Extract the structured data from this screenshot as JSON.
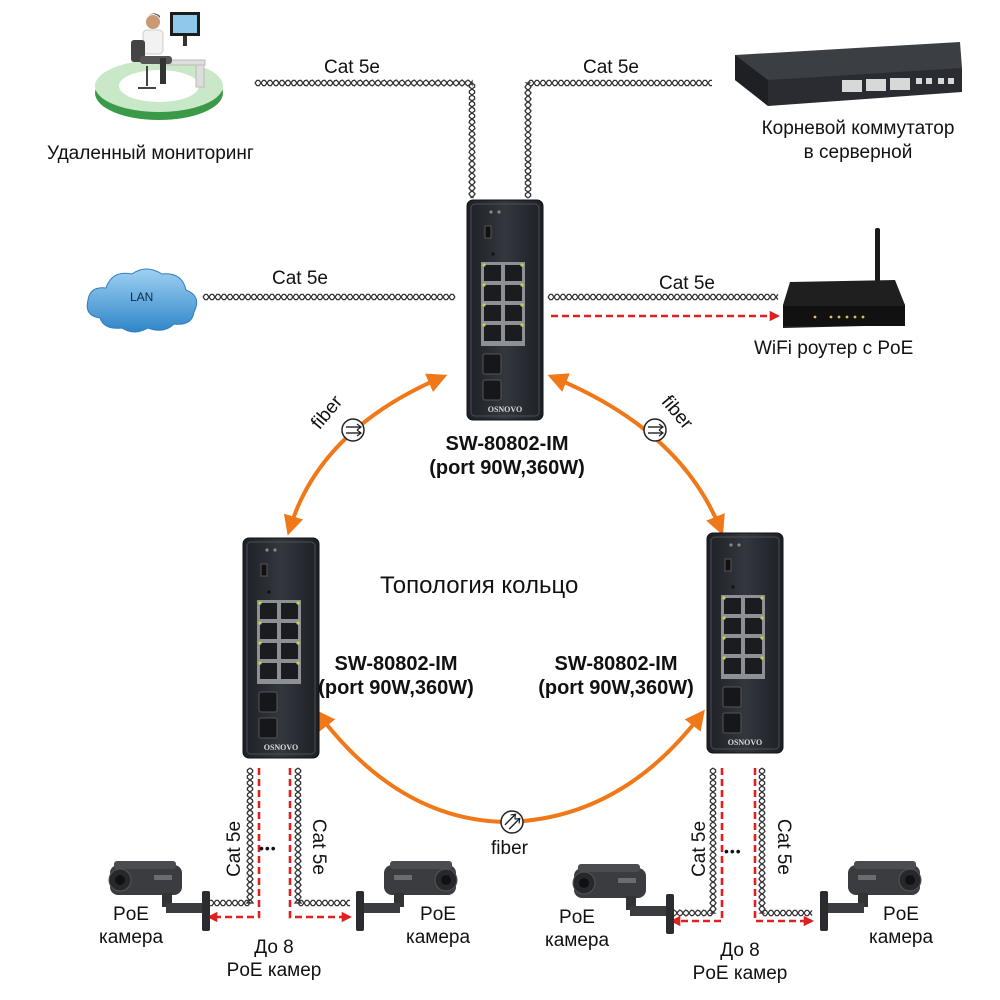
{
  "title": "Топология кольцо",
  "nodes": {
    "remote_monitoring": {
      "label": "Удаленный мониторинг",
      "icon": "workstation-icon"
    },
    "root_switch": {
      "label_line1": "Корневой коммутатор",
      "label_line2": "в серверной",
      "icon": "rack-switch-icon"
    },
    "lan": {
      "label": "LAN",
      "icon": "cloud-icon"
    },
    "wifi_router": {
      "label": "WiFi роутер с PoE",
      "icon": "router-icon"
    },
    "switch_top": {
      "model": "SW-80802-IM",
      "ports": "(port 90W,360W)",
      "brand": "OSNOVO"
    },
    "switch_left": {
      "model": "SW-80802-IM",
      "ports": "(port 90W,360W)",
      "brand": "OSNOVO"
    },
    "switch_right": {
      "model": "SW-80802-IM",
      "ports": "(port 90W,360W)",
      "brand": "OSNOVO"
    }
  },
  "links": {
    "cable_type": "Cat 5e",
    "fiber_label": "fiber",
    "cameras_left": {
      "camera_label_line1": "PoE",
      "camera_label_line2": "камера",
      "count_line1": "До 8",
      "count_line2": "PoE камер",
      "ellipsis": "•••"
    },
    "cameras_right": {
      "camera_label_line1": "PoE",
      "camera_label_line2": "камера",
      "count_line1": "До 8",
      "count_line2": "PoE камер",
      "ellipsis": "•••"
    }
  },
  "colors": {
    "fiber": "#f07818",
    "poe": "#e02020",
    "device": "#2a2d33",
    "cable": "#333333"
  }
}
